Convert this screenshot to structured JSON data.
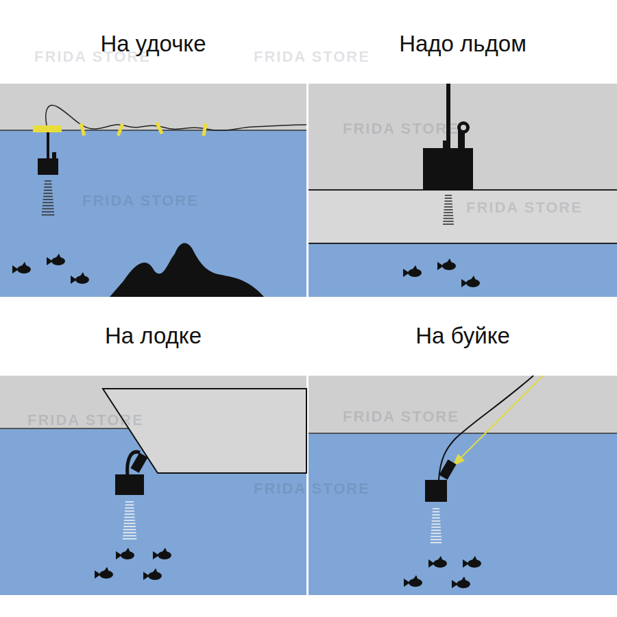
{
  "diagram": {
    "nodes": [
      {
        "text": [
          "На удочке"
        ]
      },
      {
        "text": [
          "Надо льдом"
        ]
      },
      {
        "text": [
          "На лодке"
        ]
      },
      {
        "text": [
          "На буйке"
        ]
      }
    ],
    "labels": [
      "FRIDA STORE",
      "FRIDA STORE",
      "FRIDA STORE",
      "FRIDA STORE",
      "FRIDA STORE",
      "FRIDA STORE",
      "FRIDA STORE",
      "FRIDA STORE"
    ]
  }
}
